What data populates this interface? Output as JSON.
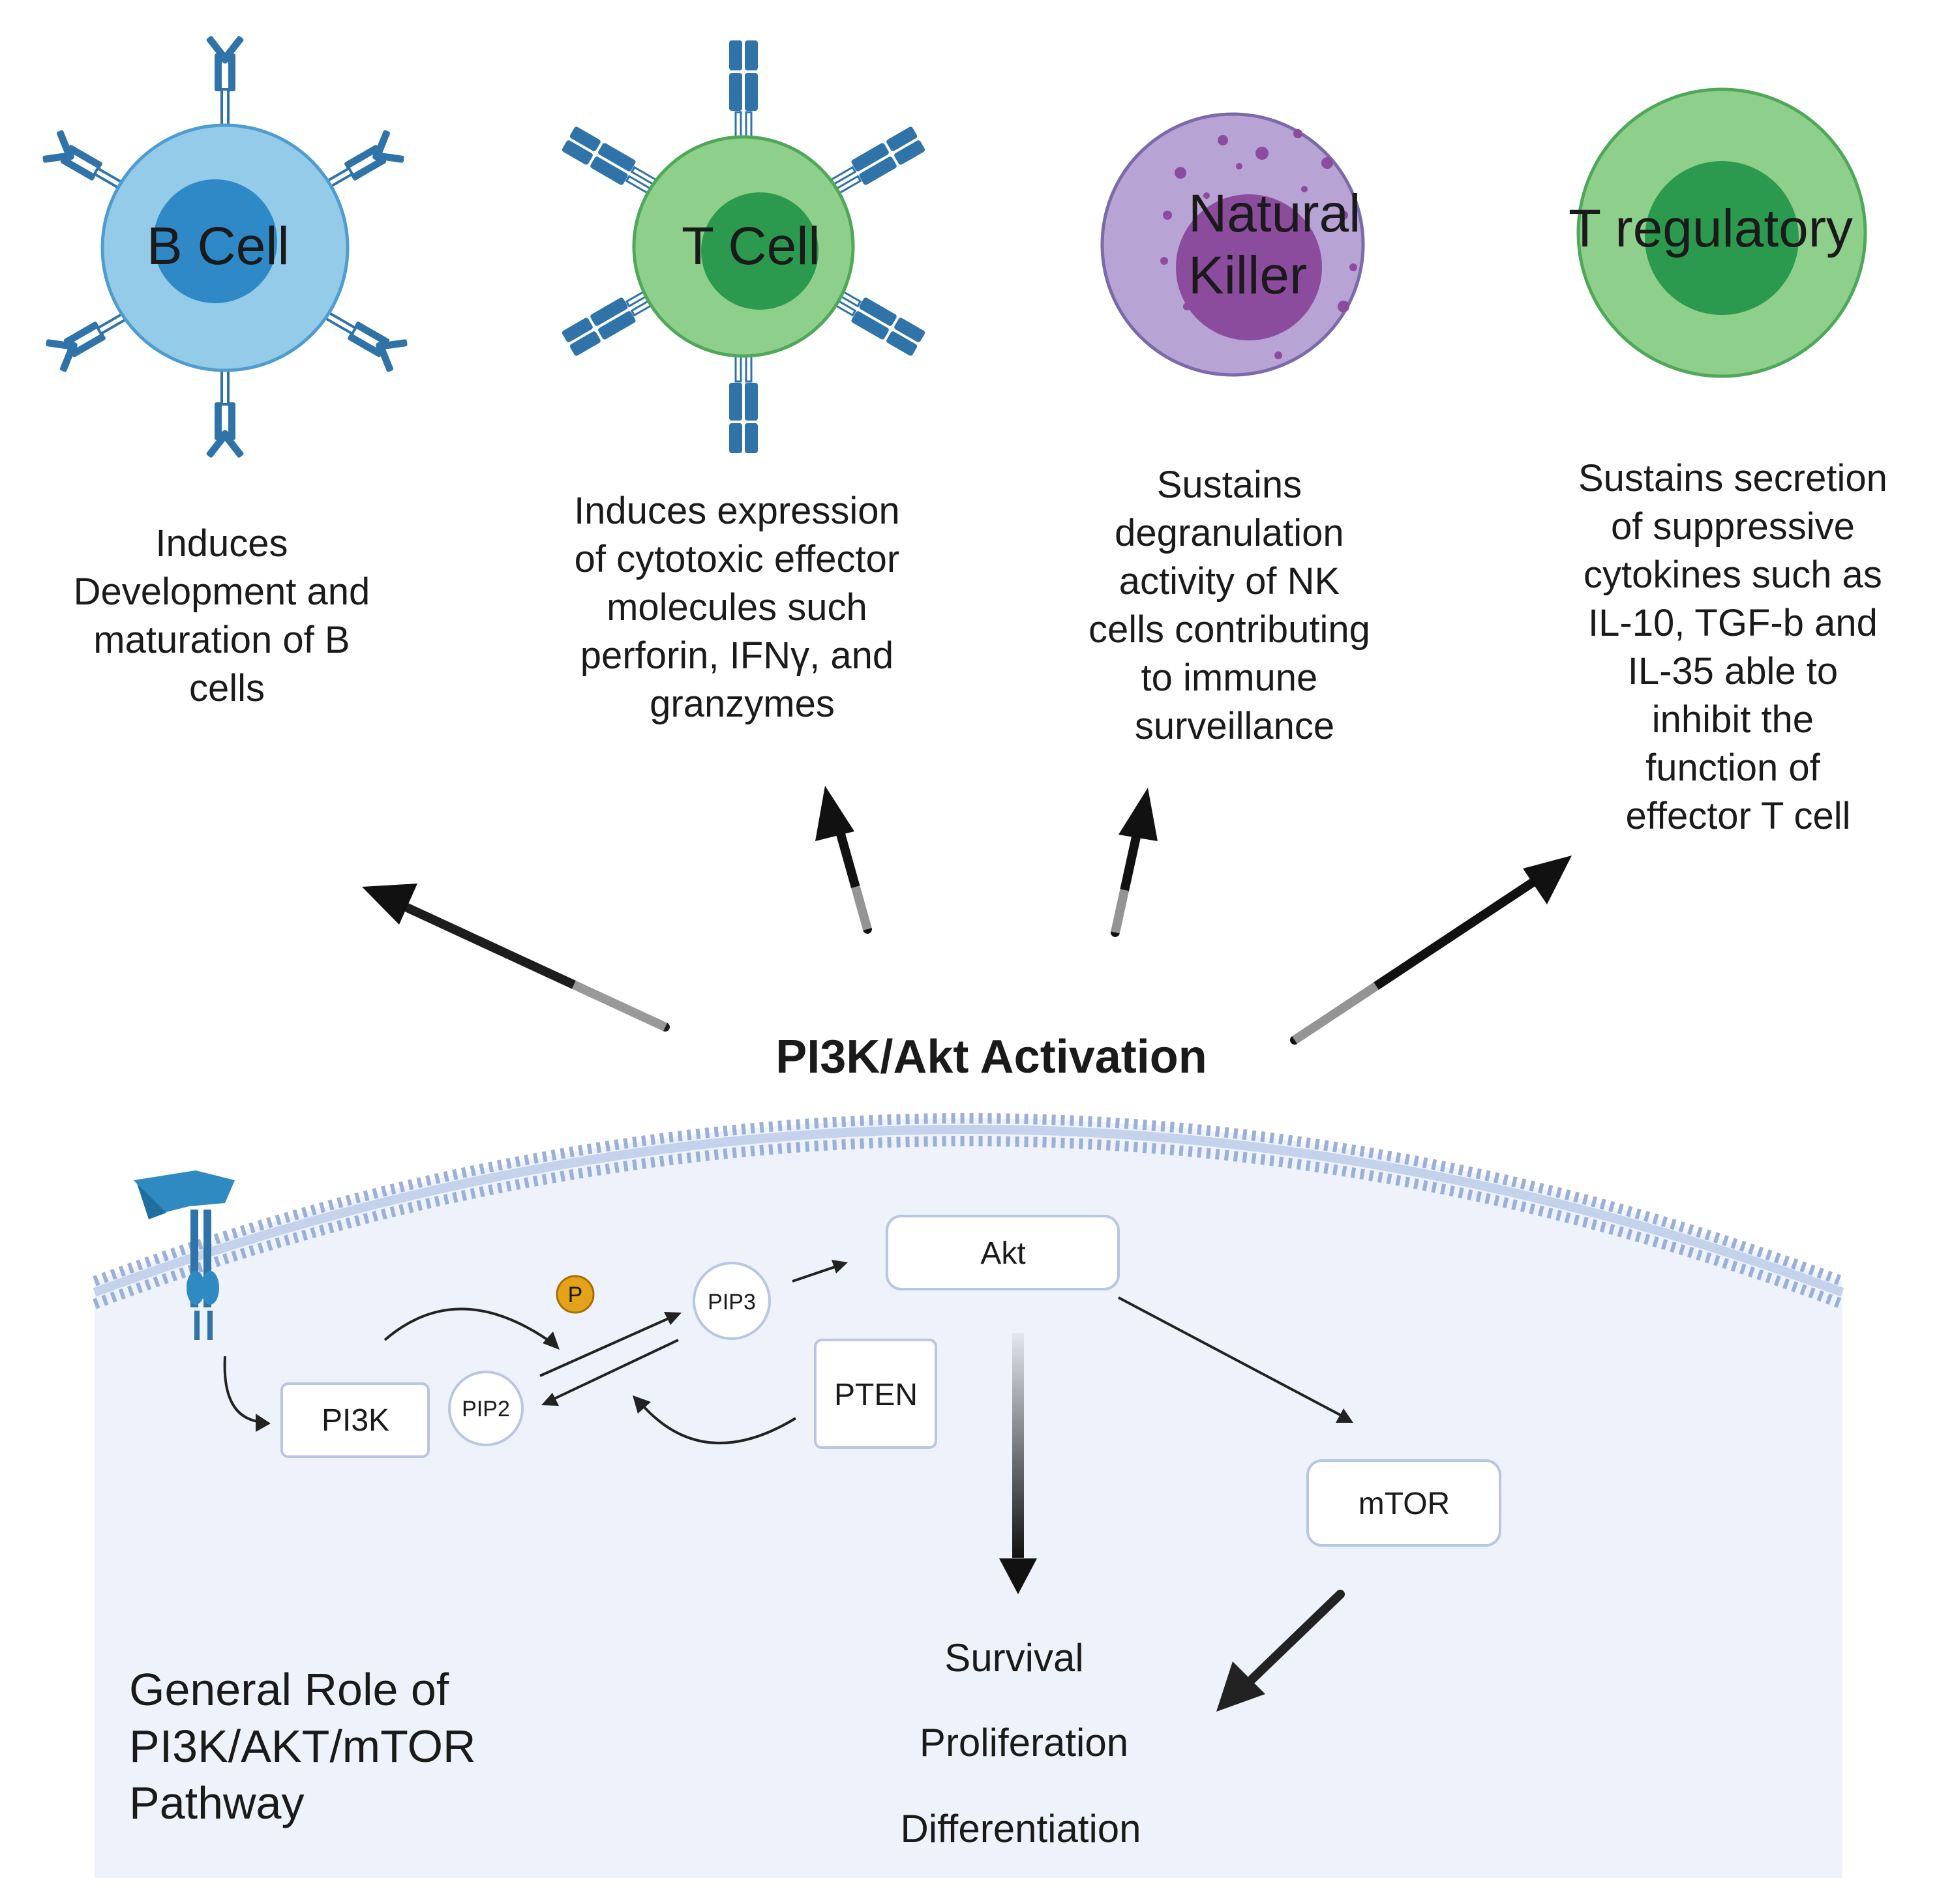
{
  "cells": {
    "b_cell": {
      "label": "B Cell",
      "description": [
        "Induces",
        "Development and",
        "maturation of B",
        "cells"
      ]
    },
    "t_cell": {
      "label": "T Cell",
      "description": [
        "Induces expression",
        "of cytotoxic effector",
        "molecules such",
        "perforin, IFNγ, and",
        "granzymes"
      ]
    },
    "nk_cell": {
      "label_lines": [
        "Natural",
        "Killer"
      ],
      "description": [
        "Sustains",
        "degranulation",
        "activity of NK",
        "cells contributing",
        "to immune",
        "surveillance"
      ]
    },
    "treg_cell": {
      "label": "T regulatory",
      "description": [
        "Sustains secretion",
        "of suppressive",
        "cytokines such as",
        "IL-10, TGF-b and",
        "IL-35 able to",
        "inhibit the",
        "function of",
        "effector T cell"
      ]
    }
  },
  "center_title": "PI3K/Akt Activation",
  "pathway": {
    "pi3k": "PI3K",
    "pip2": "PIP2",
    "pip3": "PIP3",
    "phosphate": "P",
    "akt": "Akt",
    "pten": "PTEN",
    "mtor": "mTOR",
    "outcomes": [
      "Survival",
      "Proliferation",
      "Differentiation"
    ]
  },
  "caption_lines": [
    "General Role of",
    "PI3K/AKT/mTOR",
    "Pathway"
  ],
  "colors": {
    "b_cell_outer": "#93cbe8",
    "b_cell_nucleus": "#2f89c6",
    "t_cell_outer": "#8fcf8c",
    "t_cell_nucleus": "#2c9a4e",
    "nk_outer": "#b7a3d4",
    "nk_nucleus": "#8b4c9e",
    "receptor": "#2f73a8",
    "cell_interior": "#edf2fb",
    "membrane": "#9cb0d6",
    "phosphate": "#e3a21a",
    "arrow": "#222222"
  }
}
